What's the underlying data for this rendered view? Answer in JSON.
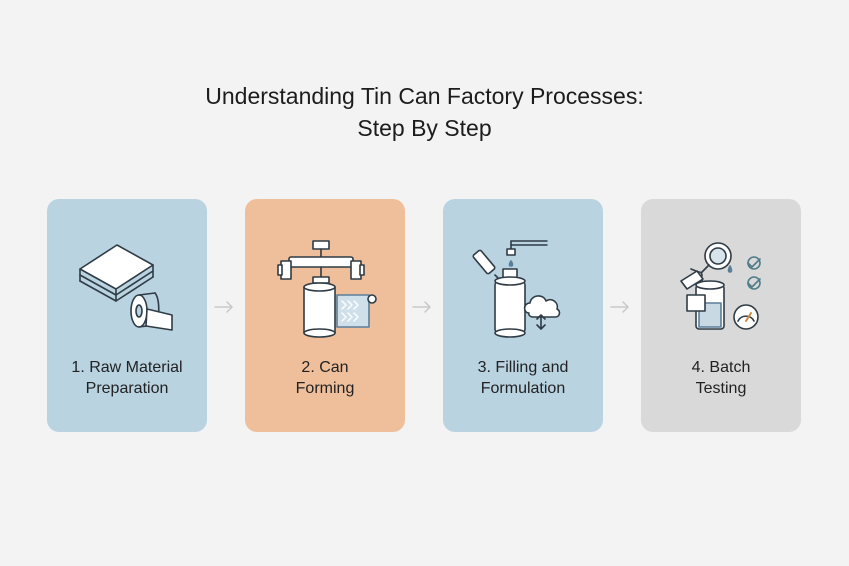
{
  "title": {
    "line1": "Understanding Tin Can Factory Processes:",
    "line2": "Step By Step"
  },
  "steps": [
    {
      "line1": "1. Raw Material",
      "line2": "Preparation",
      "color": "#b9d3e1",
      "icon": "sheet-stack-and-roll-icon"
    },
    {
      "line1": "2. Can",
      "line2": "Forming",
      "color": "#efbf9b",
      "icon": "press-and-can-icon"
    },
    {
      "line1": "3. Filling and",
      "line2": "Formulation",
      "color": "#b9d3e1",
      "icon": "filling-and-cloud-icon"
    },
    {
      "line1": "4. Batch",
      "line2": "Testing",
      "color": "#d9d9d9",
      "icon": "inspection-gauge-icon"
    }
  ],
  "colors": {
    "background": "#f3f3f3",
    "arrow": "#c9c9c9",
    "icon_stroke": "#2f3b45"
  }
}
